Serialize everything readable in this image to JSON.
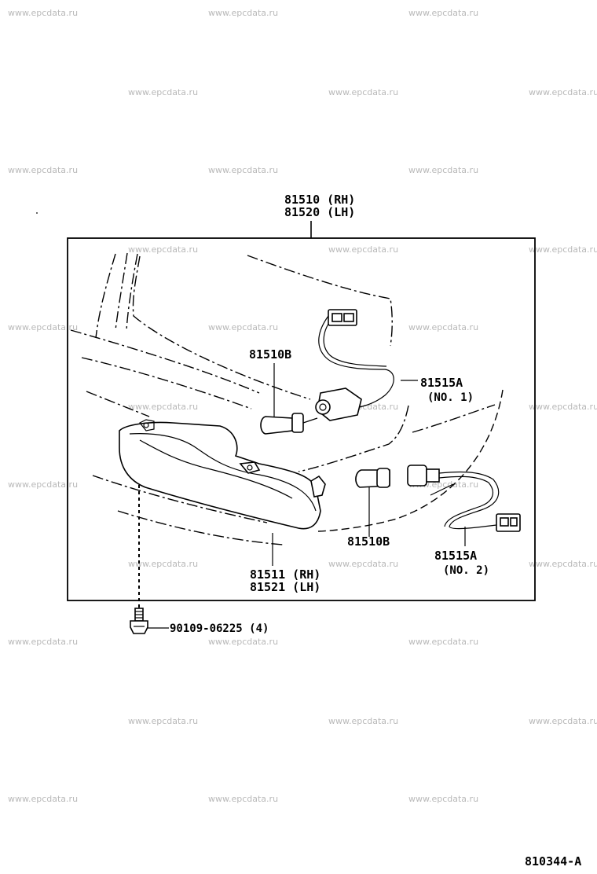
{
  "watermark": "www.epcdata.ru",
  "labels": {
    "assembly_rh": "81510 (RH)",
    "assembly_lh": "81520 (LH)",
    "bulb_upper": "81510B",
    "socket_no1_part": "81515A",
    "socket_no1_note": "(NO. 1)",
    "bulb_lower": "81510B",
    "socket_no2_part": "81515A",
    "socket_no2_note": "(NO. 2)",
    "lens_rh": "81511 (RH)",
    "lens_lh": "81521 (LH)",
    "screw": "90109-06225 (4)",
    "figure_id": "810344-A"
  }
}
